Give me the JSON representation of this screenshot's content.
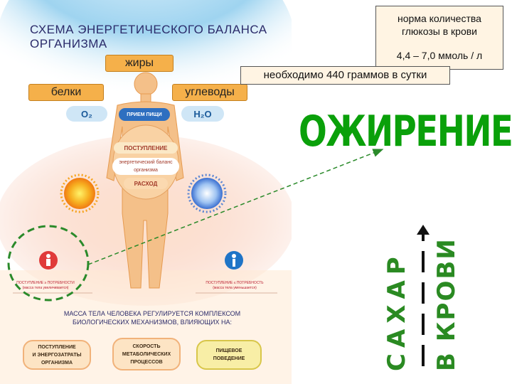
{
  "title": "СХЕМА ЭНЕРГЕТИЧЕСКОГО БАЛАНСА\nОРГАНИЗМА",
  "labels": {
    "fats": "жиры",
    "proteins": "белки",
    "carbs": "углеводы"
  },
  "body": {
    "o2": "O₂",
    "intake_food": "ПРИЕМ ПИЩИ",
    "h2o": "H₂O",
    "intake": "ПОСТУПЛЕНИЕ",
    "balance": "энергетический баланс организма",
    "expense": "РАСХОД",
    "side_left": "ПОСТУПЛЕНИЕ ≥ ПОТРЕБНОСТИ",
    "side_left_sub": "(масса тела увеличивается)",
    "side_right": "ПОСТУПЛЕНИЕ ≤ ПОТРЕБНОСТЬ",
    "side_right_sub": "(масса тела уменьшается)"
  },
  "regulation": {
    "text": "МАССА ТЕЛА ЧЕЛОВЕКА РЕГУЛИРУЕТСЯ КОМПЛЕКСОМ\nБИОЛОГИЧЕСКИХ МЕХАНИЗМОВ, ВЛИЯЮЩИХ НА:",
    "items": [
      "ПОСТУПЛЕНИЕ\nИ ЭНЕРГОЗАТРАТЫ\nОРГАНИЗМА",
      "СКОРОСТЬ\nМЕТАБОЛИЧЕСКИХ\nПРОЦЕССОВ",
      "ПИЩЕВОЕ\nПОВЕДЕНИЕ"
    ]
  },
  "callouts": {
    "glucose_norm": "норма количества\nглюкозы в крови",
    "glucose_range": "4,4 – 7,0 ммоль / л",
    "daily_need": "необходимо 440 граммов в сутки"
  },
  "obesity": "ОЖИРЕНИЕ",
  "sugar": "САХАР",
  "in_blood": "В КРОВИ",
  "colors": {
    "orange_tag": "#f5b04a",
    "green_text": "#0aa00a",
    "arrow_dashed": "#2a8a2a",
    "dashed_circle": "#2a8a2a"
  }
}
